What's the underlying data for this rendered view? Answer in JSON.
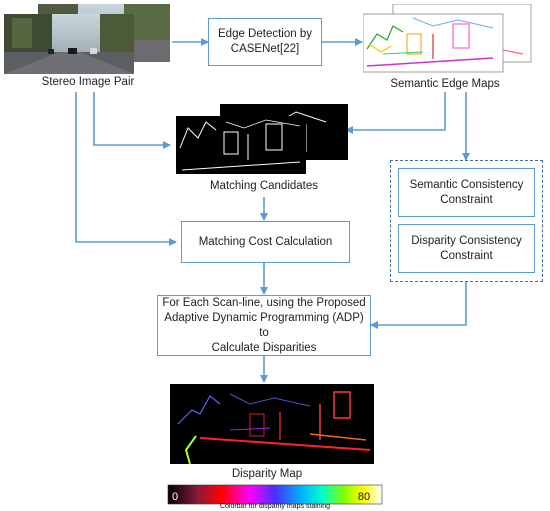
{
  "stereo_pair": {
    "label": "Stereo Image Pair"
  },
  "edge_detection": {
    "line1": "Edge Detection by",
    "line2": "CASENet[22]"
  },
  "semantic_edges": {
    "label": "Semantic Edge Maps"
  },
  "matching_candidates": {
    "label": "Matching Candidates"
  },
  "semantic_constraint": {
    "line1": "Semantic Consistency",
    "line2": "Constraint"
  },
  "disparity_constraint": {
    "line1": "Disparity Consistency",
    "line2": "Constraint"
  },
  "matching_cost": {
    "label": "Matching Cost Calculation"
  },
  "adp": {
    "line1": "For Each Scan-line, using the Proposed",
    "line2": "Adaptive Dynamic Programming (ADP) to",
    "line3": "Calculate Disparities"
  },
  "disparity_map": {
    "label": "Disparity Map"
  },
  "colorbar": {
    "min": "0",
    "max": "80",
    "caption": "Colorbar for disparity maps staining"
  },
  "colors": {
    "arrow": "#5b9bd5",
    "box_border": "#5b9bd5",
    "dashed_border": "#3f6db3"
  }
}
